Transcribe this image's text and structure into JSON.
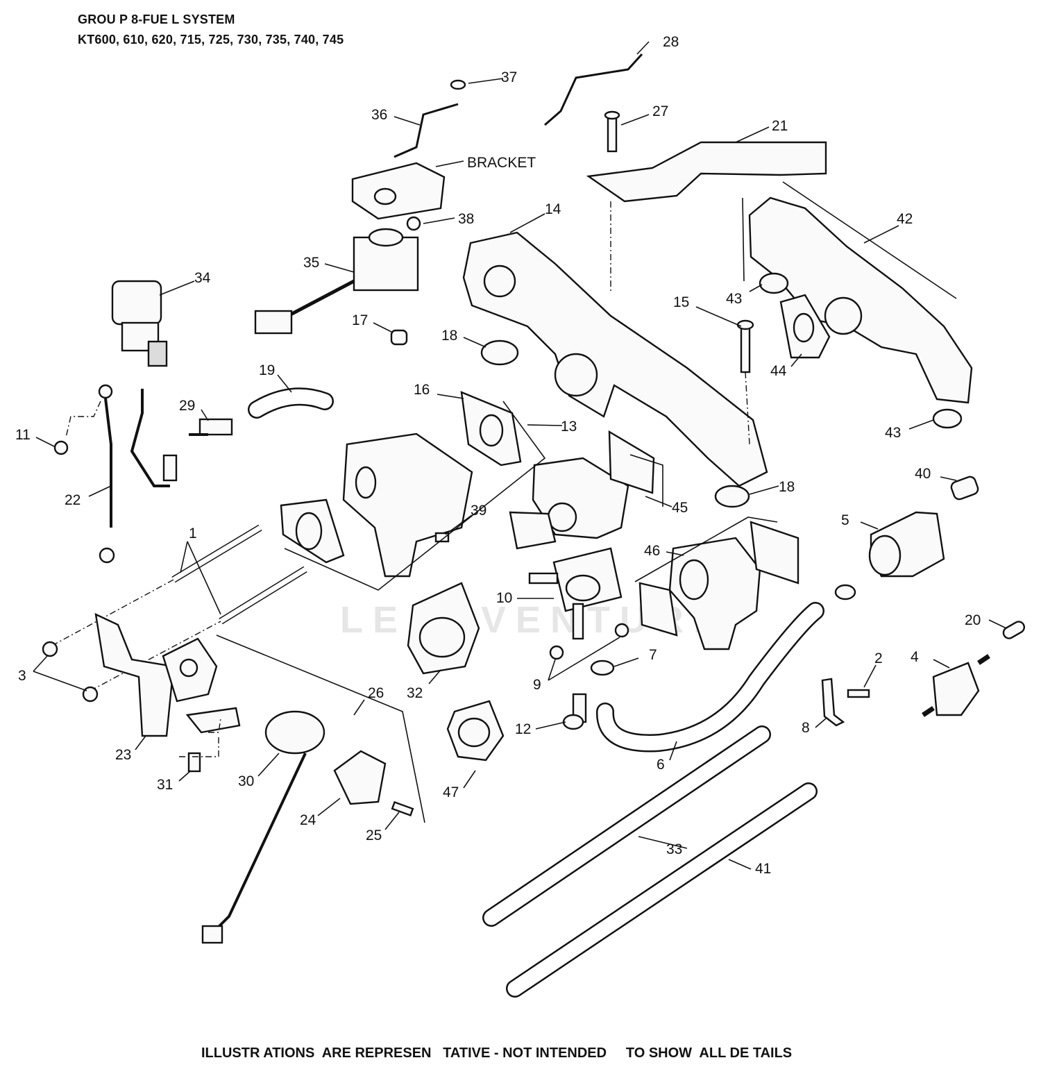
{
  "header": {
    "title": "GROU P 8-FUE L SYSTEM",
    "models": "KT600, 610, 620, 715, 725, 730, 735, 740, 745"
  },
  "footer": {
    "disclaimer": "ILLUSTR ATIONS  ARE REPRESEN   TATIVE - NOT INTENDED     TO SHOW  ALL DE TAILS"
  },
  "watermark": {
    "text": "LEADVENTURE"
  },
  "callouts": {
    "c1": "1",
    "c2": "2",
    "c3": "3",
    "c4": "4",
    "c5": "5",
    "c6": "6",
    "c7": "7",
    "c8": "8",
    "c9": "9",
    "c10": "10",
    "c11": "11",
    "c12": "12",
    "c13": "13",
    "c14": "14",
    "c15": "15",
    "c16": "16",
    "c17": "17",
    "c18a": "18",
    "c18b": "18",
    "c19": "19",
    "c20": "20",
    "c21": "21",
    "c22": "22",
    "c23": "23",
    "c24": "24",
    "c25": "25",
    "c26": "26",
    "c27": "27",
    "c28": "28",
    "c29": "29",
    "c30": "30",
    "c31": "31",
    "c32": "32",
    "c33": "33",
    "c34": "34",
    "c35": "35",
    "c36": "36",
    "c37": "37",
    "c38": "38",
    "c39": "39",
    "c40": "40",
    "c41": "41",
    "c42": "42",
    "c43a": "43",
    "c43b": "43",
    "c44": "44",
    "c45": "45",
    "c46": "46",
    "c47": "47",
    "bracket": "BRACKET"
  }
}
